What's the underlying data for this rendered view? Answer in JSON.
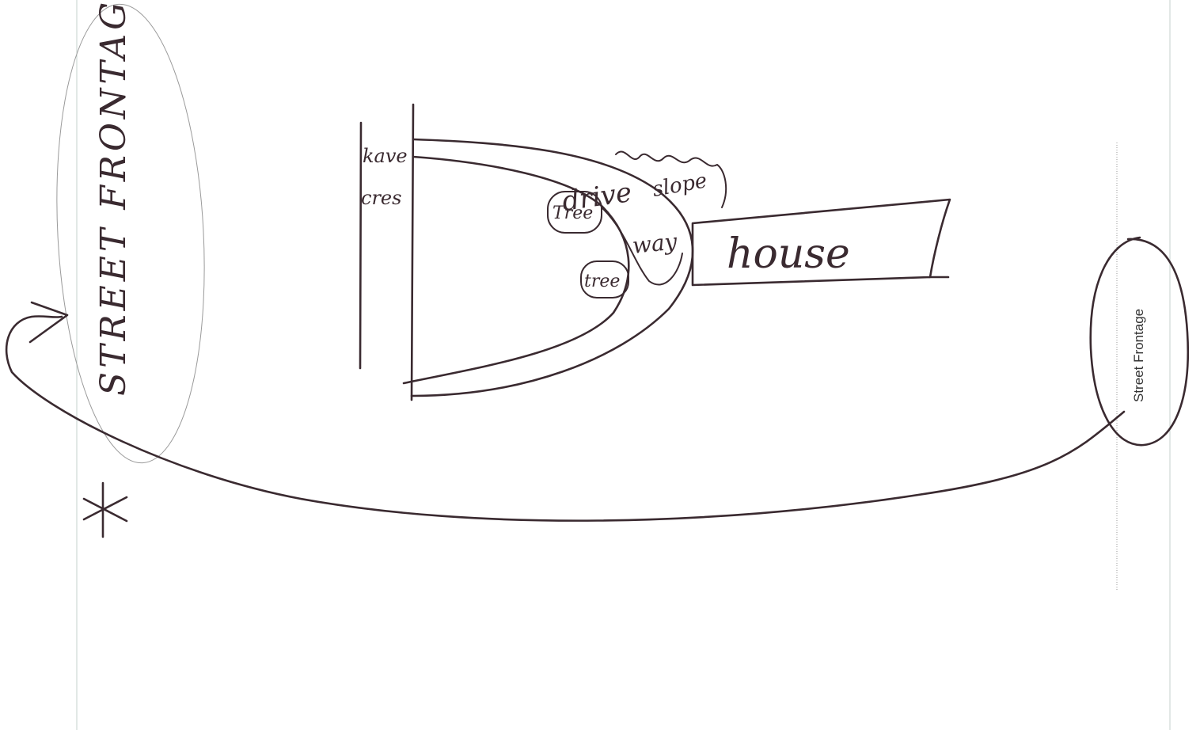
{
  "labels": {
    "street_frontage_handwritten": "STREET FRONTAGE",
    "street_frontage_typed": "Street Frontage",
    "street_name_line1": "kave",
    "street_name_line2": "cres",
    "driveway_word1": "drive",
    "driveway_word2": "way",
    "slope": "slope",
    "tree_1": "Tree",
    "tree_2": "tree",
    "house": "house",
    "asterisk": "*"
  },
  "colors": {
    "ink": "#3a2a30",
    "pencil": "#9a9a9a",
    "margin": "#c4d0cc"
  }
}
